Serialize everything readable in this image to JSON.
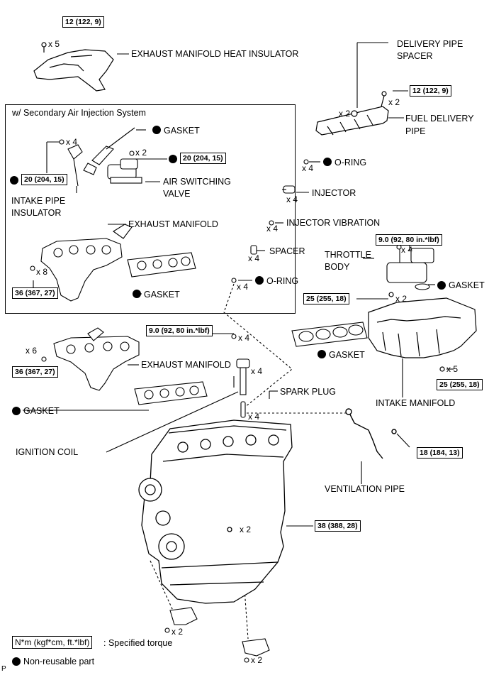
{
  "labels": {
    "exhaust_heat_insulator": "EXHAUST MANIFOLD HEAT INSULATOR",
    "delivery_pipe_spacer_1": "DELIVERY PIPE",
    "delivery_pipe_spacer_2": "SPACER",
    "fuel_delivery_pipe_1": "FUEL DELIVERY",
    "fuel_delivery_pipe_2": "PIPE",
    "secondary_air_title": "w/ Secondary Air Injection System",
    "gasket_top": "GASKET",
    "air_switching_valve_1": "AIR SWITCHING",
    "air_switching_valve_2": "VALVE",
    "intake_pipe_insulator_1": "INTAKE PIPE",
    "intake_pipe_insulator_2": "INSULATOR",
    "exhaust_manifold_inner": "EXHAUST MANIFOLD",
    "gasket_inner": "GASKET",
    "o_ring_1": "O-RING",
    "injector": "INJECTOR",
    "injector_vibration": "INJECTOR VIBRATION",
    "spacer": "SPACER",
    "throttle_body_1": "THROTTLE",
    "throttle_body_2": "BODY",
    "o_ring_2": "O-RING",
    "gasket_throttle": "GASKET",
    "gasket_intake": "GASKET",
    "exhaust_manifold_outer": "EXHAUST MANIFOLD",
    "gasket_exhaust": "GASKET",
    "spark_plug": "SPARK PLUG",
    "intake_manifold": "INTAKE MANIFOLD",
    "ignition_coil": "IGNITION COIL",
    "ventilation_pipe": "VENTILATION PIPE"
  },
  "quantities": {
    "q_heat_ins": "x 5",
    "q_delivery_spacer": "x 2",
    "q_fuel_pipe_bolt": "x 2",
    "q_air_nut": "x 4",
    "q_air_valve": "x 2",
    "q_o_ring_1": "x 4",
    "q_injector": "x 4",
    "q_injector_vib": "x 4",
    "q_spacer": "x 4",
    "q_throttle": "x 4",
    "q_o_ring_2": "x 4",
    "q_intake_nut": "x 2",
    "q_inner_exhaust": "x 8",
    "q_coil_bolt": "x 4",
    "q_outer_exhaust": "x 6",
    "q_coil": "x 4",
    "q_intake_bolt": "x 5",
    "q_spark": "x 4",
    "q_engine_bolt": "x 2",
    "q_bracket_1": "x 2",
    "q_bracket_2": "x 2"
  },
  "torques": {
    "t_heat_ins": "12 (122, 9)",
    "t_fuel_pipe": "12 (122, 9)",
    "t_air_valve": "20 (204, 15)",
    "t_air_pipe": "20 (204, 15)",
    "t_throttle": "9.0 (92, 80 in.*lbf)",
    "t_intake_top": "25 (255, 18)",
    "t_inner_exhaust": "36 (367, 27)",
    "t_coil": "9.0 (92, 80 in.*lbf)",
    "t_outer_exhaust": "36 (367, 27)",
    "t_intake_bottom": "25 (255, 18)",
    "t_ventilation": "18 (184, 13)",
    "t_engine": "38 (388, 28)"
  },
  "legend": {
    "torque_box": "N*m (kgf*cm, ft.*lbf)",
    "torque_text": ": Specified torque",
    "nonreusable_text": "Non-reusable part"
  },
  "corner_mark": "P"
}
